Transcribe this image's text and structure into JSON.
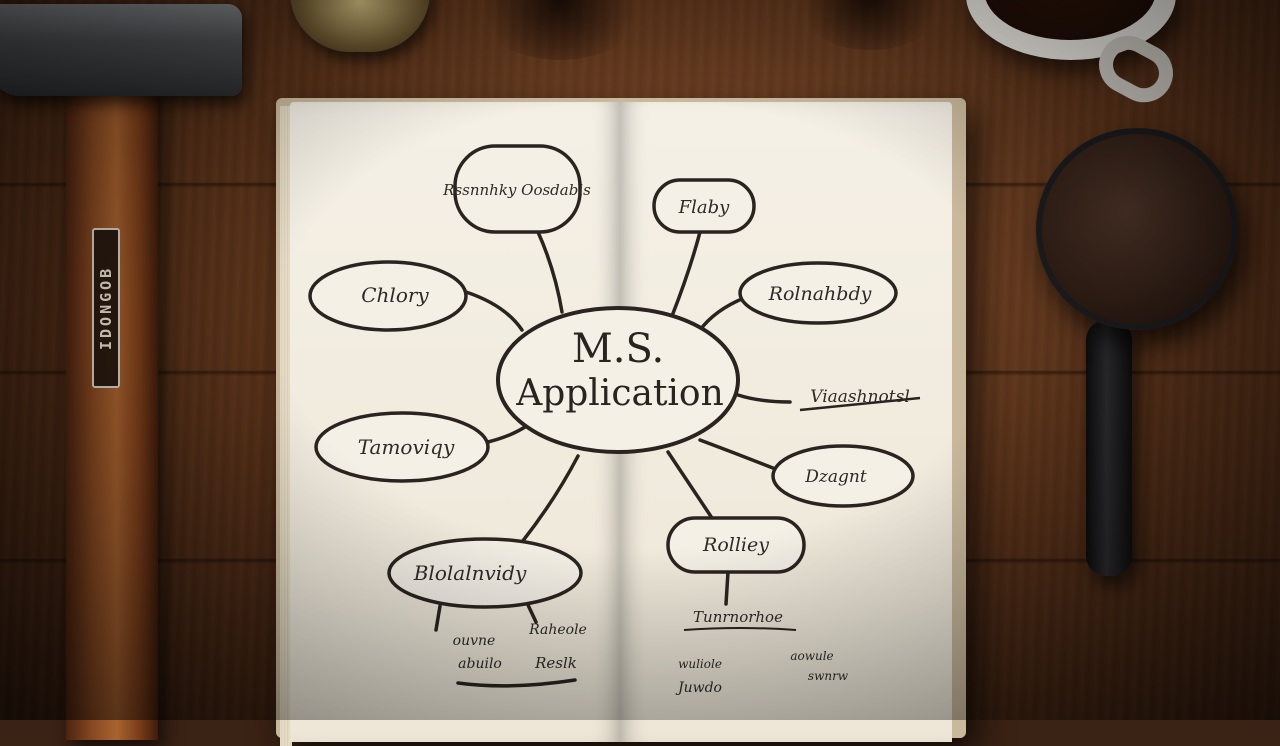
{
  "mindmap": {
    "center": {
      "line1": "M.S.",
      "line2": "Application"
    },
    "nodes": [
      {
        "id": "top-left",
        "text": "Rssnnhky Oosdabis"
      },
      {
        "id": "top-right",
        "text": "Flaby"
      },
      {
        "id": "left-upper",
        "text": "Chlory"
      },
      {
        "id": "right-upper",
        "text": "Rolnahbdy"
      },
      {
        "id": "right-middle",
        "text": "Viaashnotsl"
      },
      {
        "id": "left-lower",
        "text": "Tamoviqy"
      },
      {
        "id": "right-lower",
        "text": "Dzagnt"
      },
      {
        "id": "bottom-left",
        "text": "Blolalnvidy"
      },
      {
        "id": "bottom-right",
        "text": "Rolliey"
      }
    ],
    "scribbles": {
      "bottom_left": [
        "ouvne",
        "Raheole",
        "abuilo",
        "Reslk"
      ],
      "bottom_right": [
        "Tunrnorhoe",
        "wuliole",
        "aowule",
        "Juwdo",
        "swnrw"
      ]
    }
  },
  "objects": {
    "hammer_brand": "IDONGOB"
  },
  "colors": {
    "table": "#5a3219",
    "paper": "#f5f0e6",
    "ink": "#2a2420"
  }
}
